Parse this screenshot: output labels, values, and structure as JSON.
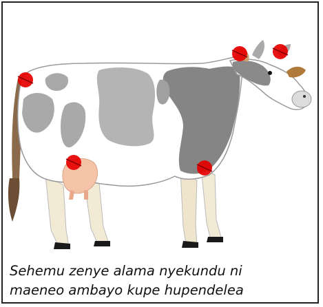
{
  "caption": {
    "line1": "Sehemu zenye alama nyekundu ni",
    "line2": "maeneo ambayo kupe hupendelea"
  },
  "colors": {
    "marker": "#e60000",
    "body": "#ffffff",
    "spot_dark": "#888888",
    "spot_light": "#b0b0b0",
    "horn": "#b07a3a",
    "udder": "#f5c4a8",
    "hoof": "#1a1a1a"
  },
  "markers": [
    {
      "name": "tick-spot-tailhead",
      "part": "tailhead"
    },
    {
      "name": "tick-spot-udder",
      "part": "udder"
    },
    {
      "name": "tick-spot-front-leg",
      "part": "front-leg"
    },
    {
      "name": "tick-spot-ear-base",
      "part": "ear-base"
    },
    {
      "name": "tick-spot-horn-base",
      "part": "horn-base"
    }
  ]
}
